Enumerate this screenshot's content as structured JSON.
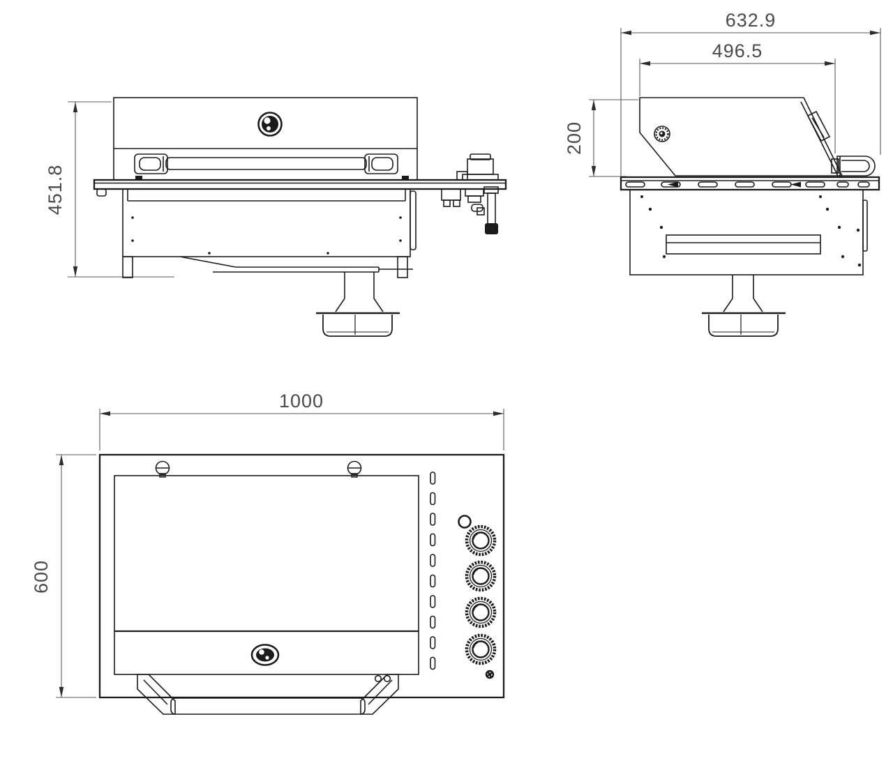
{
  "drawing": {
    "background": "#ffffff",
    "line_color": "#1b1b1b",
    "dimension_color": "#4a4a4a",
    "views": {
      "front": {
        "overall_height": "451.8"
      },
      "side": {
        "overall_width": "632.9",
        "lid_width": "496.5",
        "lid_height": "200"
      },
      "plan": {
        "width": "1000",
        "depth": "600"
      }
    }
  }
}
